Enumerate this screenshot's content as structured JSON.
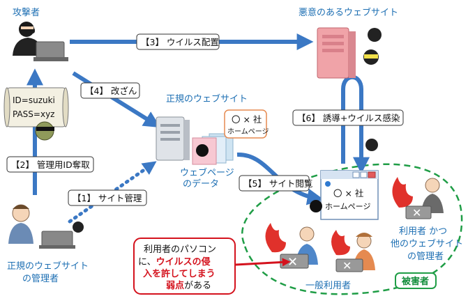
{
  "actors": {
    "attacker": "攻撃者",
    "malicious_site": "悪意のあるウェブサイト",
    "legit_site": "正規のウェブサイト",
    "legit_admin_line1": "正規のウェブサイト",
    "legit_admin_line2": "の管理者",
    "webpage_data_line1": "ウェブページ",
    "webpage_data_line2": "のデータ",
    "general_users": "一般利用者",
    "user_admin_line1": "利用者 かつ",
    "user_admin_line2": "他のウェブサイト",
    "user_admin_line3": "の管理者",
    "victims_badge": "被害者"
  },
  "steps": {
    "step1": "【1】 サイト管理",
    "step2": "【2】 管理用ID奪取",
    "step3": "【3】 ウイルス配置",
    "step4": "【4】 改ざん",
    "step5": "【5】 サイト閲覧",
    "step6": "【6】 誘導+ウイルス感染"
  },
  "credentials": {
    "id": "ID=suzuki",
    "pass": "PASS=xyz"
  },
  "homepage_card": {
    "company": "〇 × 社",
    "subtitle": "ホームページ"
  },
  "browser_window": {
    "company": "〇 × 社",
    "subtitle": "ホームページ"
  },
  "pc_note": {
    "line1": "利用者のパソコン",
    "line2_black": "に、",
    "line2_red": "ウイルスの侵",
    "line3_red": "入を許してしまう",
    "line4_red": "弱点",
    "line4_black": "がある"
  },
  "colors": {
    "arrow_blue": "#3b78c4",
    "label_blue": "#1d6fb3",
    "victim_green": "#1f9d46",
    "note_red": "#d4121d",
    "server_pink": "#f0a3a8"
  }
}
